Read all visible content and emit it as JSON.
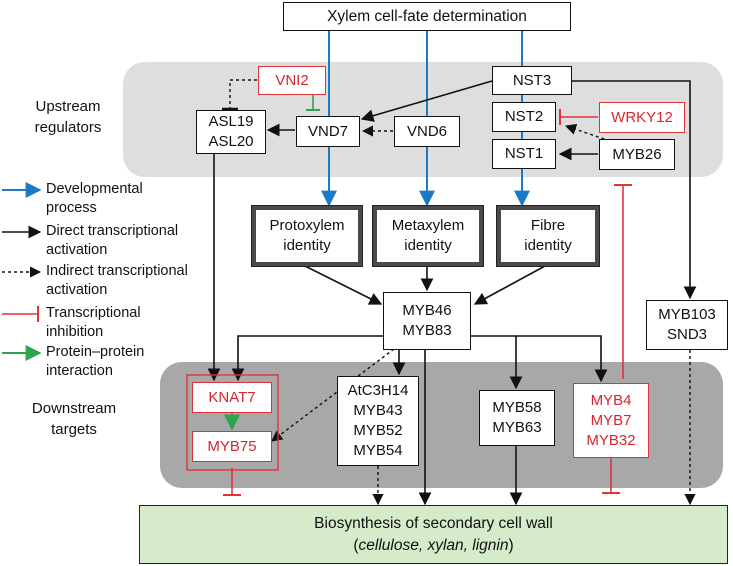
{
  "colors": {
    "developmental": "#1a7bc4",
    "direct": "#111111",
    "inhibition": "#e0333a",
    "protein": "#2ea44f",
    "panel_upstream": "#dedede",
    "panel_downstream": "#a8a8a8",
    "wall_fill": "#d6ebc9"
  },
  "top": {
    "label": "Xylem cell-fate determination"
  },
  "sections": {
    "upstream": [
      "Upstream",
      "regulators"
    ],
    "downstream": [
      "Downstream",
      "targets"
    ]
  },
  "legend": [
    {
      "type": "developmental",
      "lines": [
        "Developmental",
        "process"
      ]
    },
    {
      "type": "direct",
      "lines": [
        "Direct transcriptional",
        "activation"
      ]
    },
    {
      "type": "indirect",
      "lines": [
        "Indirect transcriptional",
        "activation"
      ]
    },
    {
      "type": "inhibition",
      "lines": [
        "Transcriptional",
        "inhibition"
      ]
    },
    {
      "type": "protein",
      "lines": [
        "Protein–protein",
        "interaction"
      ]
    }
  ],
  "nodes": {
    "vni2": [
      "VNI2"
    ],
    "asl": [
      "ASL19",
      "ASL20"
    ],
    "vnd7": [
      "VND7"
    ],
    "vnd6": [
      "VND6"
    ],
    "nst3": [
      "NST3"
    ],
    "nst2": [
      "NST2"
    ],
    "nst1": [
      "NST1"
    ],
    "wrky12": [
      "WRKY12"
    ],
    "myb26": [
      "MYB26"
    ],
    "protoxylem": [
      "Protoxylem",
      "identity"
    ],
    "metaxylem": [
      "Metaxylem",
      "identity"
    ],
    "fibre": [
      "Fibre",
      "identity"
    ],
    "myb46": [
      "MYB46",
      "MYB83"
    ],
    "myb103": [
      "MYB103",
      "SND3"
    ],
    "knat7": [
      "KNAT7"
    ],
    "myb75": [
      "MYB75"
    ],
    "atc3h14": [
      "AtC3H14",
      "MYB43",
      "MYB52",
      "MYB54"
    ],
    "myb58": [
      "MYB58",
      "MYB63"
    ],
    "myb4": [
      "MYB4",
      "MYB7",
      "MYB32"
    ]
  },
  "bottom": {
    "title": "Biosynthesis of secondary cell wall",
    "subtitle_prefix": "(",
    "subtitle_italic": "cellulose, xylan, lignin",
    "subtitle_suffix": ")"
  }
}
